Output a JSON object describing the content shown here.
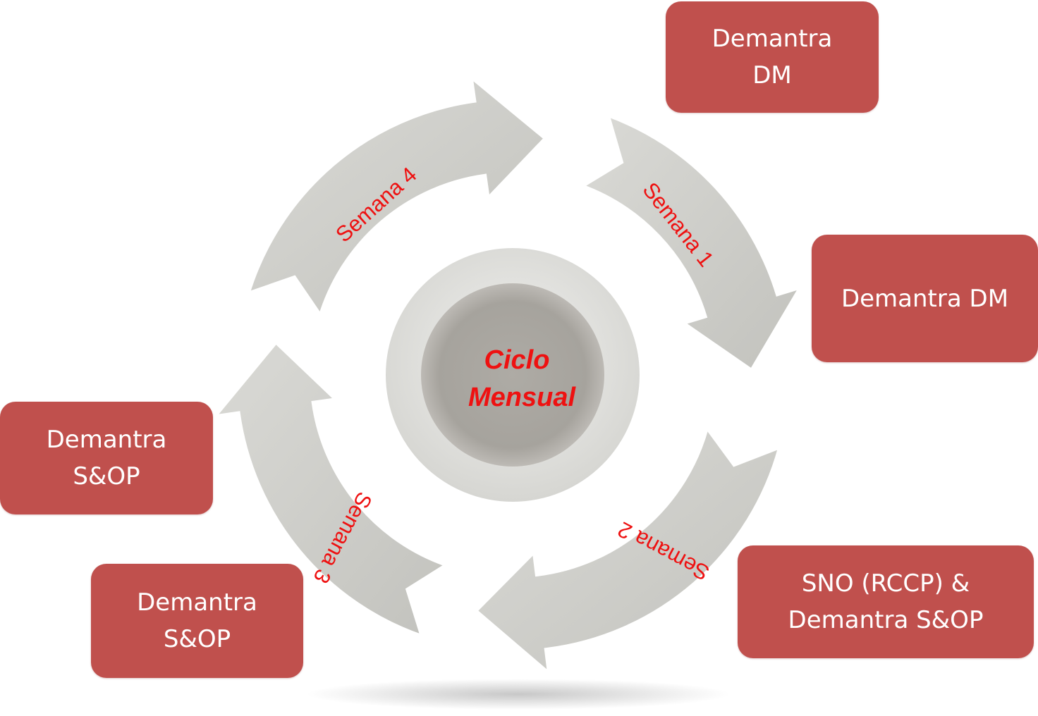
{
  "cycle": {
    "center_line1": "Ciclo",
    "center_line2": "Mensual",
    "arrow_color": "#cfcfcb",
    "label_color": "#ee1111",
    "weeks": [
      {
        "label": "Semana 1"
      },
      {
        "label": "Semana 2"
      },
      {
        "label": "Semana 3"
      },
      {
        "label": "Semana 4"
      }
    ]
  },
  "boxes": {
    "color": "#c0504d",
    "top_right": {
      "lines": [
        "Demantra",
        "DM"
      ]
    },
    "right": {
      "lines": [
        "Demantra DM"
      ]
    },
    "bottom_right": {
      "lines": [
        "SNO (RCCP) &",
        "Demantra S&OP"
      ]
    },
    "left": {
      "lines": [
        "Demantra",
        "S&OP"
      ]
    },
    "bottom_left": {
      "lines": [
        "Demantra",
        "S&OP"
      ]
    }
  }
}
